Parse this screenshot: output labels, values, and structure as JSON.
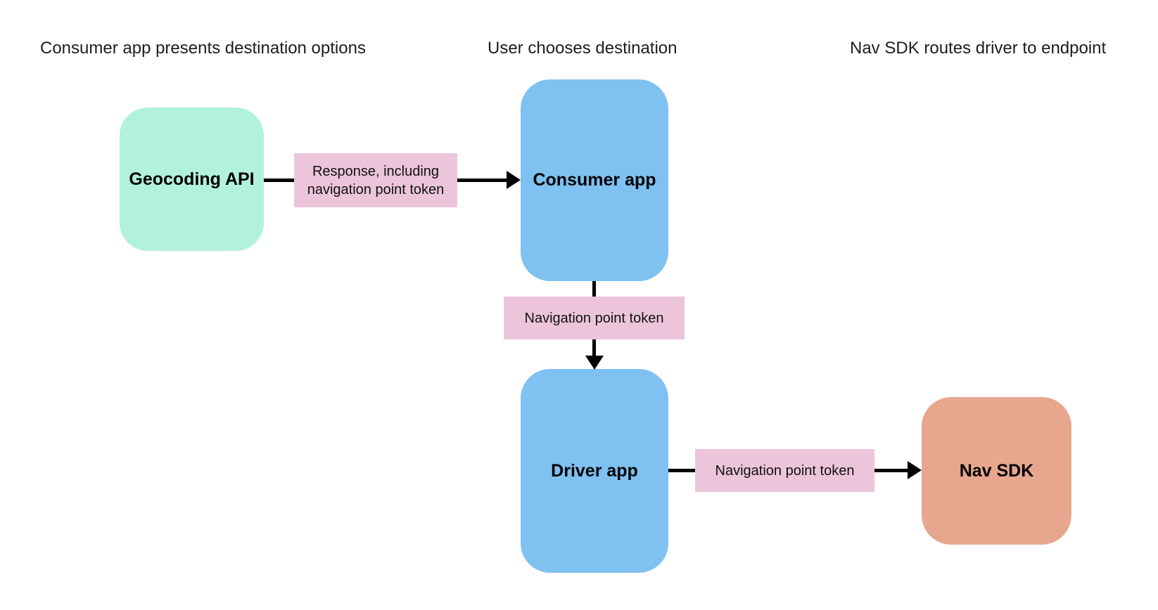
{
  "diagram": {
    "background": "#ffffff",
    "colors": {
      "mint": "#b2f1db",
      "blue": "#7fc1f1",
      "salmon": "#e7a78f",
      "pink": "#ecc5da",
      "line": "#000000",
      "header_text": "#1d1d1f"
    },
    "phase_headers": [
      {
        "label": "Consumer app presents destination options"
      },
      {
        "label": "User chooses destination"
      },
      {
        "label": "Nav SDK routes driver to endpoint"
      }
    ],
    "nodes": [
      {
        "id": "geocoding-api",
        "label": "Geocoding API",
        "color": "#b2f1db"
      },
      {
        "id": "consumer-app",
        "label": "Consumer app",
        "color": "#7fc1f1"
      },
      {
        "id": "driver-app",
        "label": "Driver app",
        "color": "#7fc1f1"
      },
      {
        "id": "nav-sdk",
        "label": "Nav SDK",
        "color": "#e7a78f"
      }
    ],
    "edge_labels": [
      {
        "id": "response-including-token",
        "label": "Response, including navigation point token",
        "color": "#ecc5da"
      },
      {
        "id": "navigation-point-token-1",
        "label": "Navigation point token",
        "color": "#ecc5da"
      },
      {
        "id": "navigation-point-token-2",
        "label": "Navigation point token",
        "color": "#ecc5da"
      }
    ]
  }
}
